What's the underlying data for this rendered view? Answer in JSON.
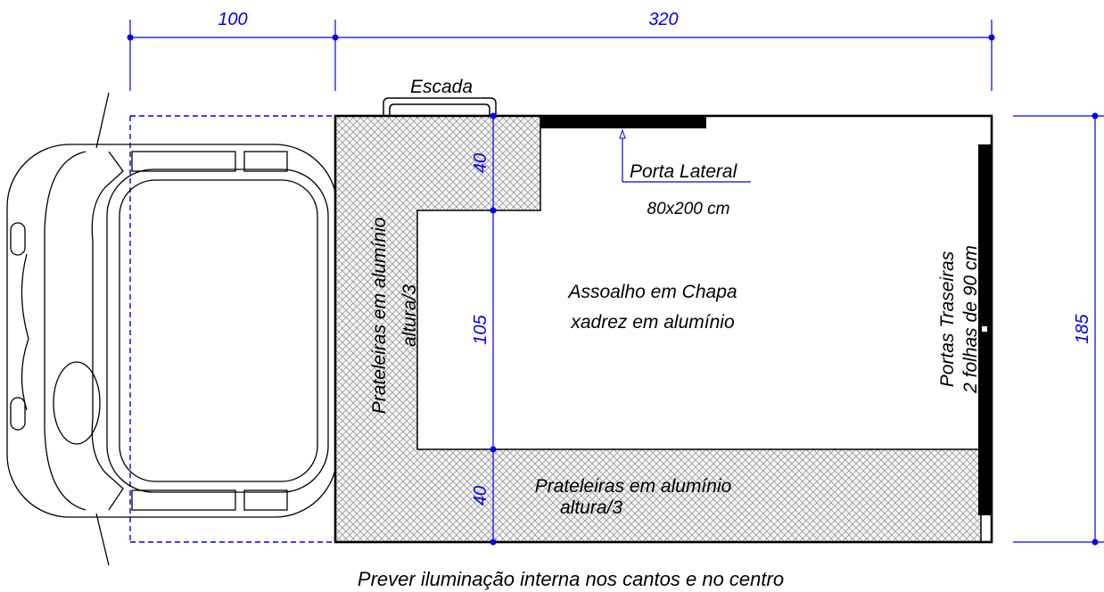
{
  "dimensions": {
    "cab_length": "100",
    "body_length": "320",
    "body_width": "185",
    "front_shelf_depth": "40",
    "middle_span": "105",
    "rear_shelf_depth": "40"
  },
  "labels": {
    "ladder": "Escada",
    "side_door_title": "Porta Lateral",
    "side_door_size": "80x200 cm",
    "floor_line1": "Assoalho em Chapa",
    "floor_line2": "xadrez em alumínio",
    "rear_doors_line1": "Portas  Traseiras",
    "rear_doors_line2": "2 folhas de 90 cm",
    "left_shelves_line1": "Prateleiras em alumínio",
    "left_shelves_line2": "altura/3",
    "bottom_shelves_line1": "Prateleiras em alumínio",
    "bottom_shelves_line2": "altura/3",
    "footer_note": "Prever iluminação interna nos cantos e no centro"
  },
  "colors": {
    "dimension": "#0000ee",
    "outline": "#000000",
    "hatch": "#9a9a9a"
  }
}
